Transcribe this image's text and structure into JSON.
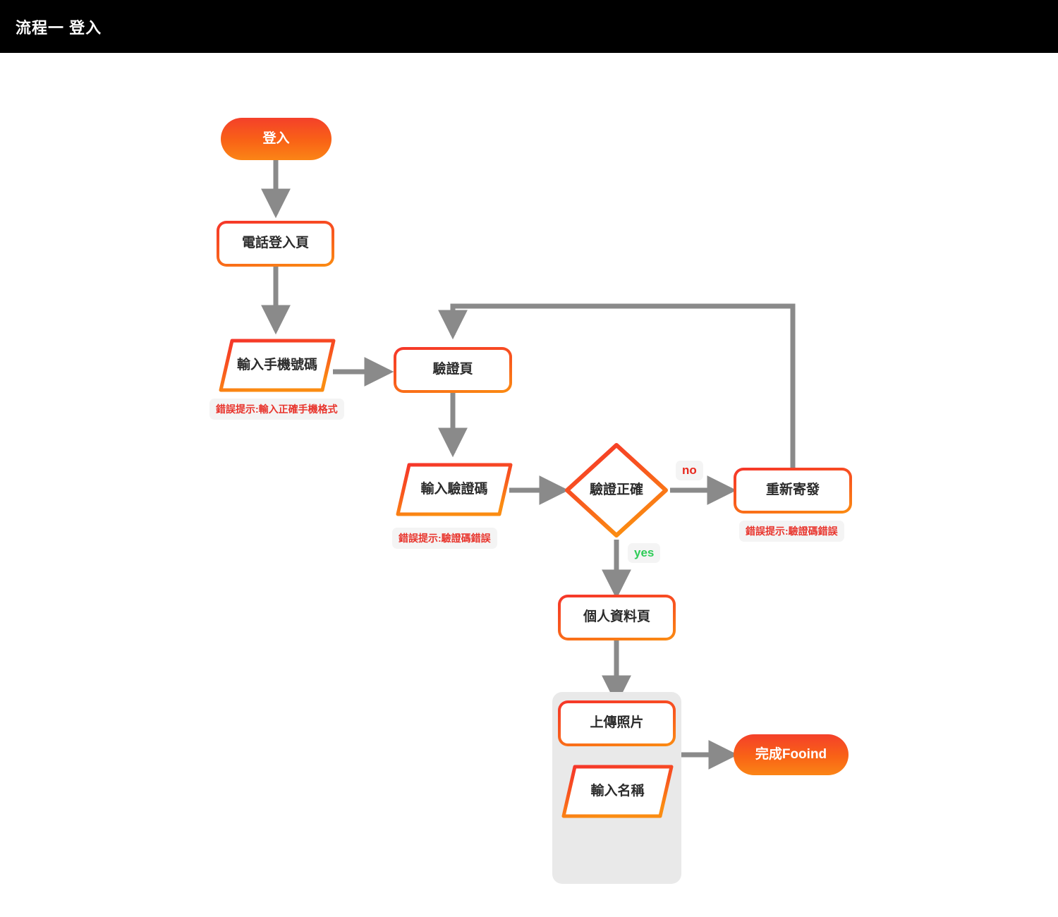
{
  "header": {
    "title": "流程一 登入"
  },
  "colors": {
    "header_bg": "#000000",
    "header_text": "#ffffff",
    "node_gradient_start": "#f4402a",
    "node_gradient_end": "#fb8c12",
    "edge": "#8a8a8a",
    "annotation_text": "#e8342c",
    "annotation_bg": "#f4f4f4",
    "label_no": "#e8291e",
    "label_yes": "#2ecc57",
    "group_bg": "#e9e9e9",
    "node_text": "#2b2b2b",
    "canvas_bg": "#ffffff"
  },
  "nodes": {
    "start": {
      "label": "登入",
      "type": "terminator"
    },
    "phone_login_page": {
      "label": "電話登入頁",
      "type": "process"
    },
    "enter_phone": {
      "label": "輸入手機號碼",
      "type": "io"
    },
    "verify_page": {
      "label": "驗證頁",
      "type": "process"
    },
    "enter_code": {
      "label": "輸入驗證碼",
      "type": "io"
    },
    "verify_correct": {
      "label": "驗證正確",
      "type": "decision"
    },
    "resend": {
      "label": "重新寄發",
      "type": "process"
    },
    "profile_page": {
      "label": "個人資料頁",
      "type": "process"
    },
    "upload_photo": {
      "label": "上傳照片",
      "type": "process"
    },
    "enter_name": {
      "label": "輸入名稱",
      "type": "io"
    },
    "finish": {
      "label": "完成Fooind",
      "type": "terminator"
    }
  },
  "annotations": {
    "phone_format_error": "錯誤提示:輸入正確手機格式",
    "code_error": "錯誤提示:驗證碼錯誤",
    "resend_code_error": "錯誤提示:驗證碼錯誤"
  },
  "edge_labels": {
    "no": "no",
    "yes": "yes"
  }
}
